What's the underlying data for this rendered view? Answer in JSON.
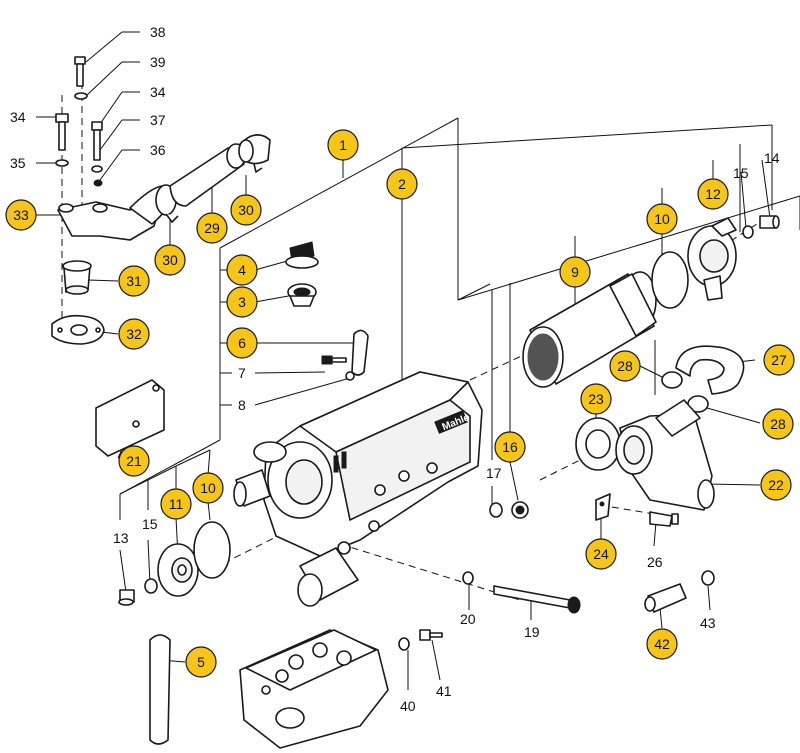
{
  "callouts": {
    "c1": "1",
    "c2": "2",
    "c3": "3",
    "c4": "4",
    "c5": "5",
    "c6": "6",
    "c9": "9",
    "c10a": "10",
    "c10b": "10",
    "c11": "11",
    "c12": "12",
    "c16": "16",
    "c21": "21",
    "c22": "22",
    "c23": "23",
    "c24": "24",
    "c27": "27",
    "c28a": "28",
    "c28b": "28",
    "c29": "29",
    "c30a": "30",
    "c30b": "30",
    "c31": "31",
    "c32": "32",
    "c33": "33",
    "c42": "42"
  },
  "labels": {
    "l7": "7",
    "l8": "8",
    "l13": "13",
    "l14": "14",
    "l15a": "15",
    "l15b": "15",
    "l17": "17",
    "l19": "19",
    "l20": "20",
    "l26": "26",
    "l34a": "34",
    "l34b": "34",
    "l35": "35",
    "l36": "36",
    "l37": "37",
    "l38": "38",
    "l39": "39",
    "l40": "40",
    "l41": "41",
    "l43": "43"
  },
  "brand": "Mahle",
  "colors": {
    "callout_fill": "#f5c518",
    "line": "#1a1a1a",
    "background": "#ffffff"
  }
}
